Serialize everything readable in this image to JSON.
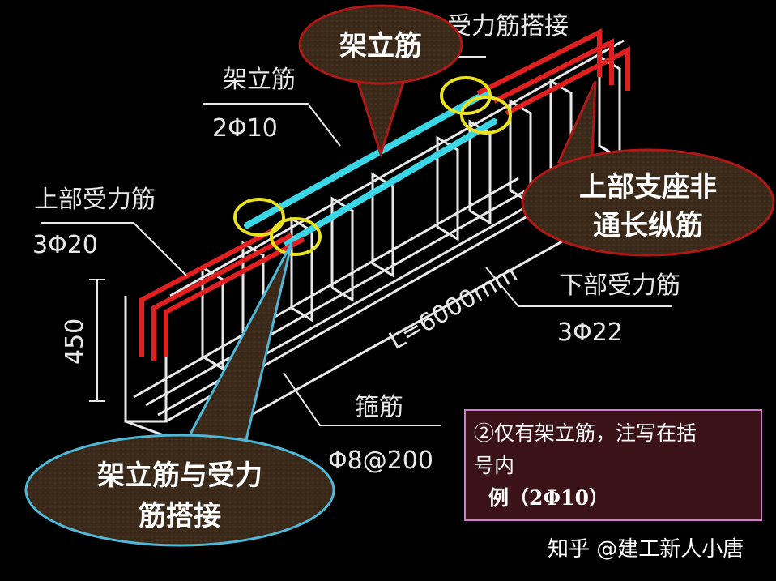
{
  "callouts": {
    "top": "架立筋",
    "right_line1": "上部支座非",
    "right_line2": "通长纵筋",
    "bottom_line1": "架立筋与受力",
    "bottom_line2": "筋搭接"
  },
  "cad_labels": {
    "erect_bar": "架立筋",
    "erect_bar_spec": "2Φ10",
    "top_bar": "上部受力筋",
    "top_bar_spec": "3Φ20",
    "bottom_bar": "下部受力筋",
    "bottom_bar_spec": "3Φ22",
    "stirrup": "箍筋",
    "stirrup_spec": "Φ8@200",
    "height": "450",
    "length": "L=6000mm",
    "lap_partial": "受力筋搭接"
  },
  "note": {
    "line1": "②仅有架立筋，注写在括",
    "line2": "号内",
    "line3": "例（2Φ10）"
  },
  "watermark": "知乎 @建工新人小唐",
  "colors": {
    "background": "#000000",
    "bubble_fill": "#3b2a1a",
    "bubble_stroke": "#b01818",
    "bubble_stroke_alt": "#4fb8d8",
    "erect_bar": "#3ad6e6",
    "main_bar": "#e02020",
    "highlight_ring": "#e8e020",
    "note_border": "#d07ad0"
  }
}
